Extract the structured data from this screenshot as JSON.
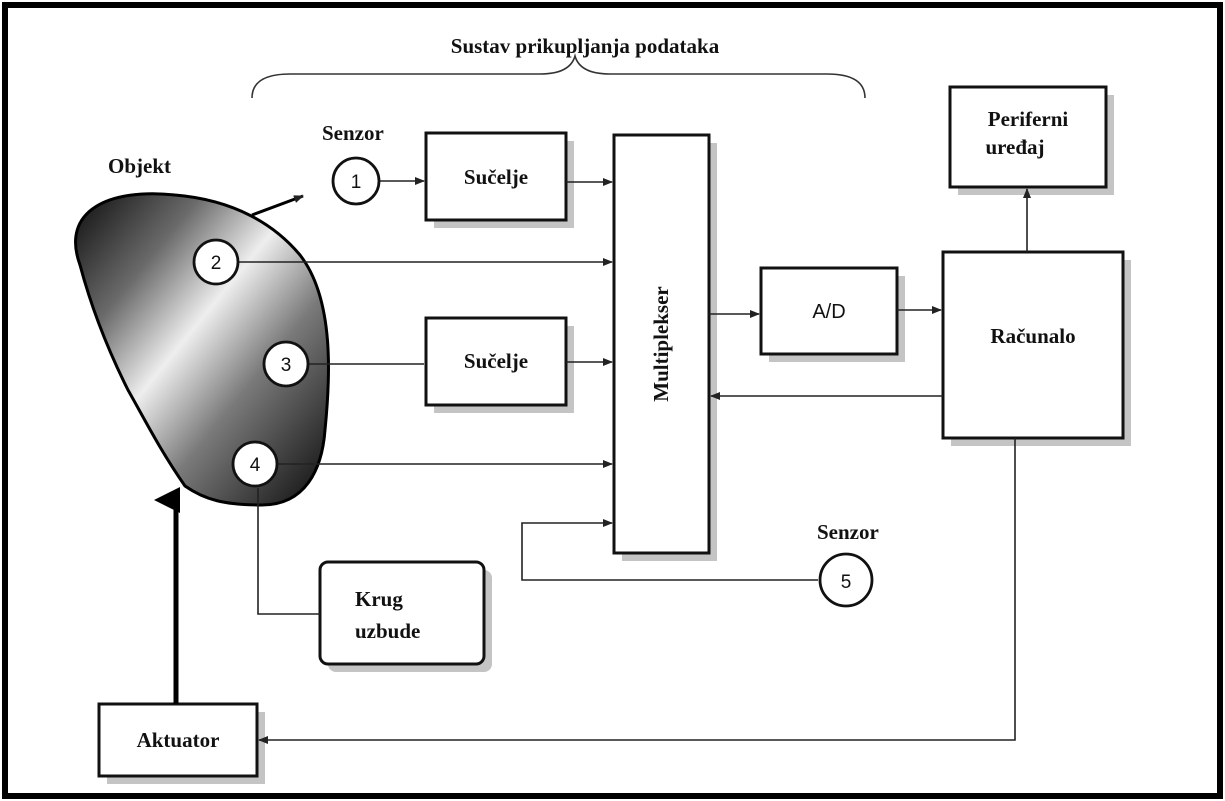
{
  "title": "Sustav prikupljanja podataka",
  "labels": {
    "object": "Objekt",
    "sensor_top": "Senzor",
    "sensor_bottom": "Senzor",
    "interface_1": "Sučelje",
    "interface_2": "Sučelje",
    "multiplexer": "Multiplekser",
    "adc": "A/D",
    "computer": "Računalo",
    "peripheral_line1": "Periferni",
    "peripheral_line2": "uređaj",
    "excitation_line1": "Krug",
    "excitation_line2": "uzbude",
    "actuator": "Aktuator"
  },
  "sensor_numbers": [
    "1",
    "2",
    "3",
    "4",
    "5"
  ],
  "colors": {
    "frame": "#000000",
    "line": "#222222",
    "shadow": "#c4c4c4"
  }
}
